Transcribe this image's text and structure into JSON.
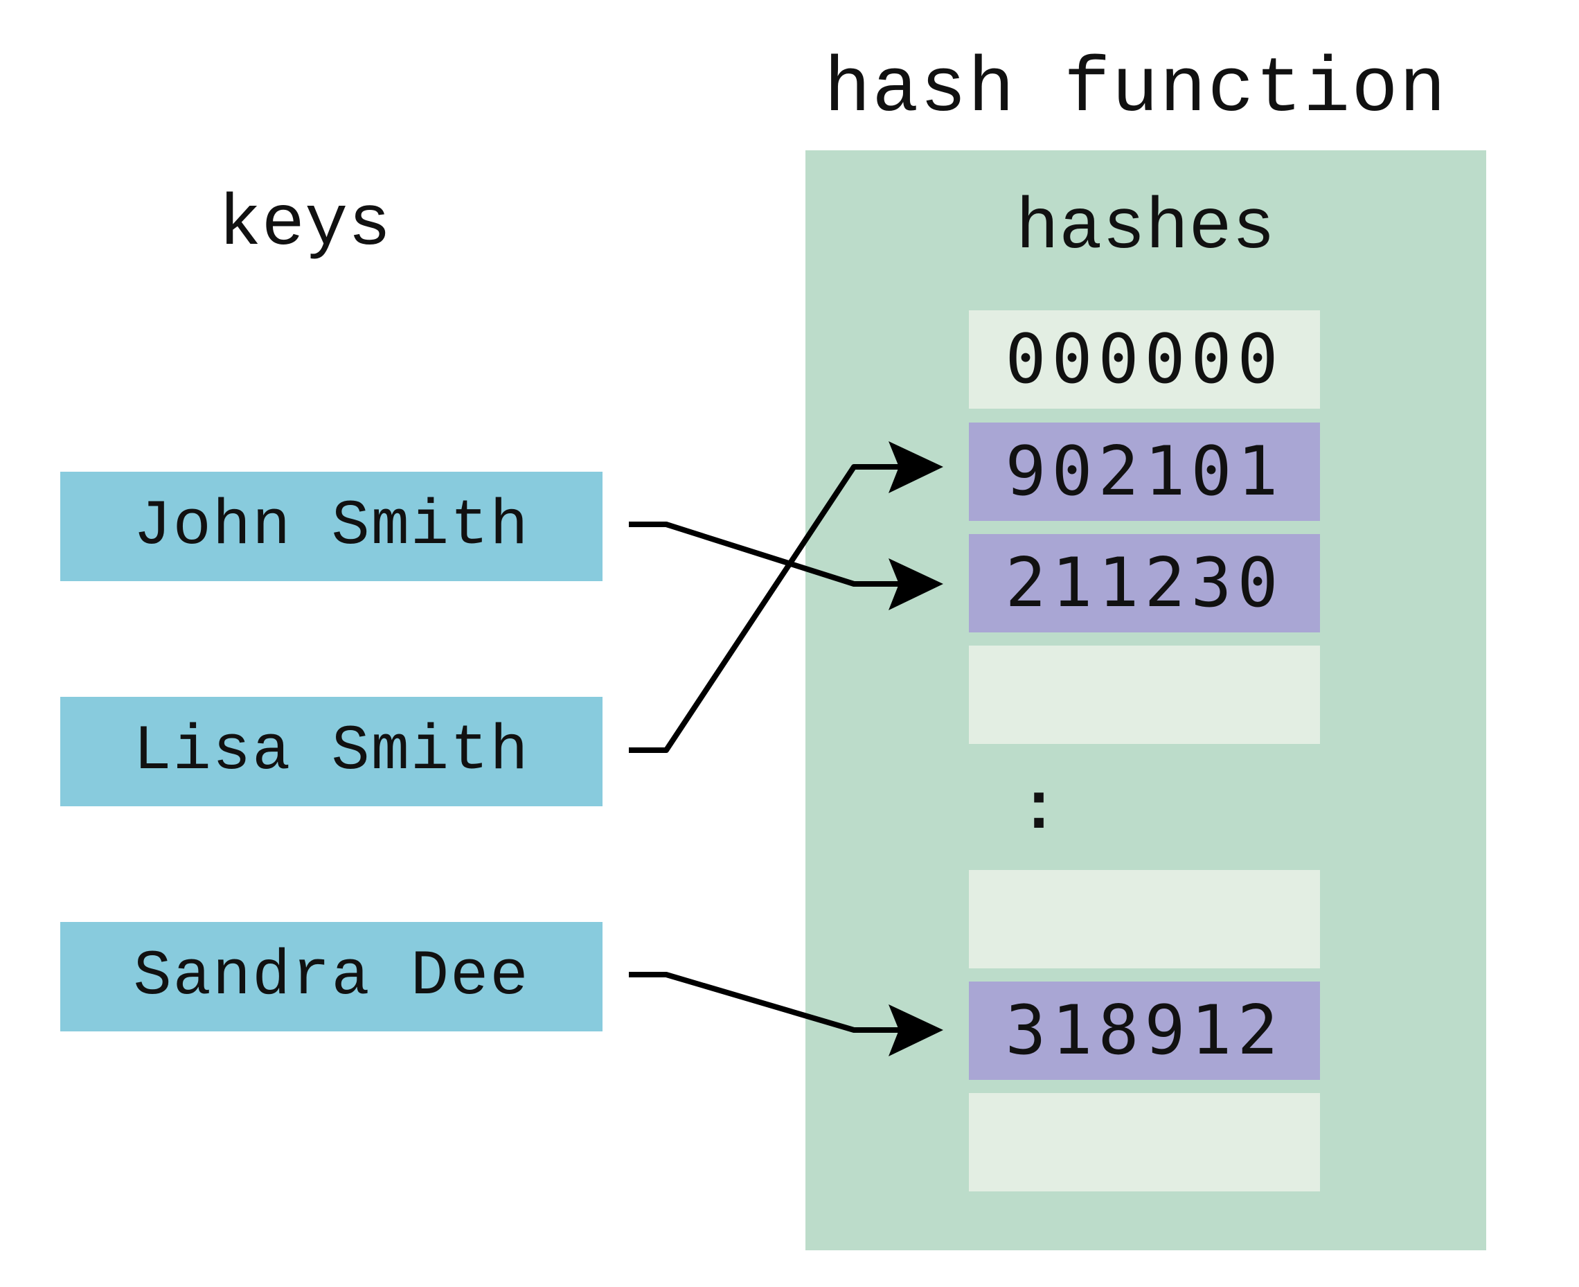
{
  "title": "hash function",
  "keys_label": "keys",
  "hashes_label": "hashes",
  "keys": [
    {
      "label": "John Smith"
    },
    {
      "label": "Lisa Smith"
    },
    {
      "label": "Sandra Dee"
    }
  ],
  "slots": [
    {
      "value": "000000",
      "state": "empty"
    },
    {
      "value": "902101",
      "state": "filled"
    },
    {
      "value": "211230",
      "state": "filled"
    },
    {
      "value": "",
      "state": "empty"
    },
    {
      "value": "",
      "state": "empty"
    },
    {
      "value": "318912",
      "state": "filled"
    },
    {
      "value": "",
      "state": "empty"
    }
  ],
  "ellipsis": ":",
  "mappings": [
    {
      "from_key": "John Smith",
      "to_hash": "211230"
    },
    {
      "from_key": "Lisa Smith",
      "to_hash": "902101"
    },
    {
      "from_key": "Sandra Dee",
      "to_hash": "318912"
    }
  ],
  "colors": {
    "panel": "#bcdcca",
    "key_box": "#88cbdd",
    "slot_empty": "#e3eee3",
    "slot_filled": "#a9a6d4"
  }
}
